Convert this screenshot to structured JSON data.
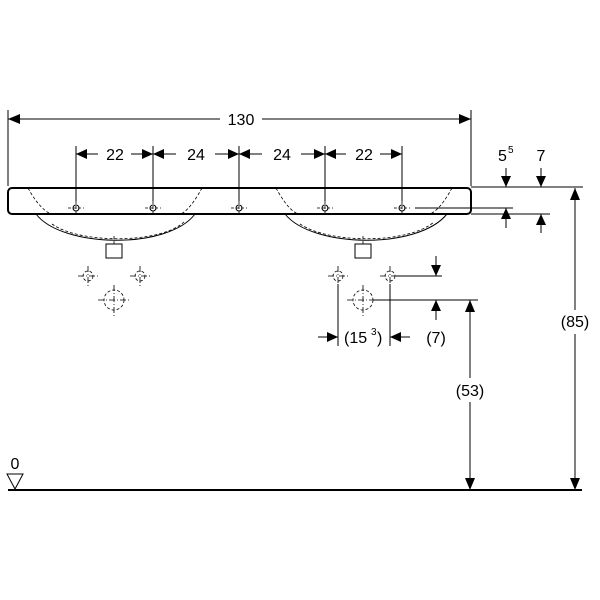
{
  "dimensions": {
    "overall_width": "130",
    "hole_spacing_1": "22",
    "hole_spacing_2": "24",
    "hole_spacing_3": "24",
    "hole_spacing_4": "22",
    "rim_thickness": {
      "base": "5",
      "sup": "5"
    },
    "rim_height": "7",
    "overall_height": "(85)",
    "drain_height": "(53)",
    "drain_offset": {
      "open": "(15",
      "sup": "3",
      "close": ")"
    },
    "drain_vertical": "(7)",
    "floor_level": "0"
  }
}
